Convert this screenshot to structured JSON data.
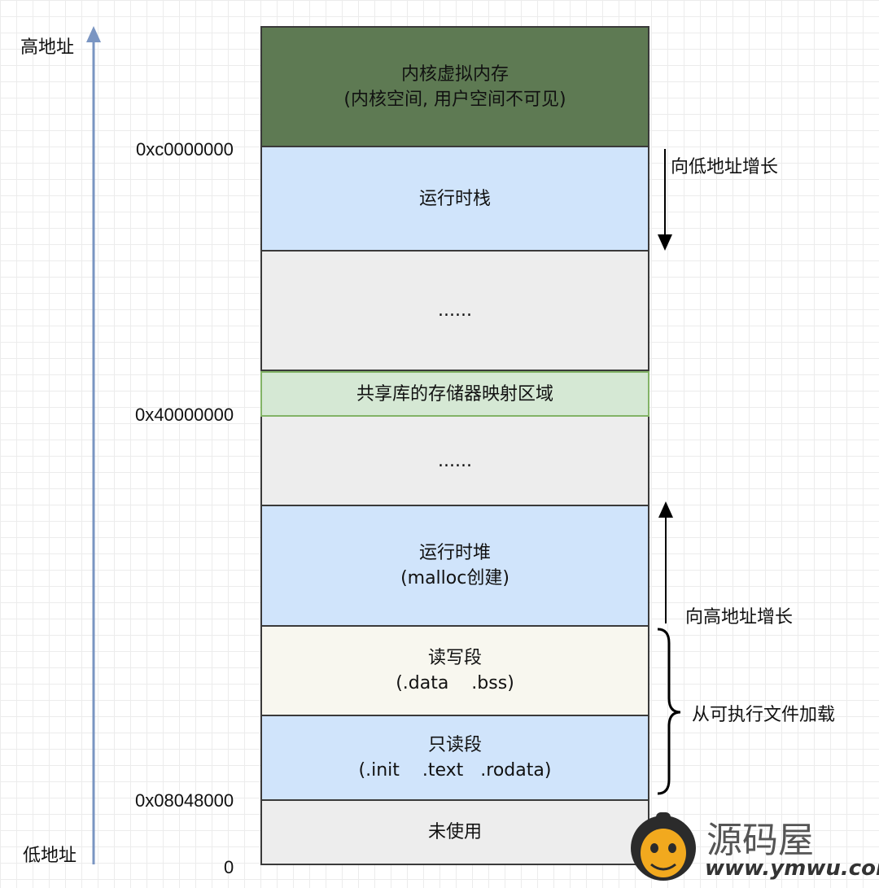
{
  "axis": {
    "high_label": "高地址",
    "low_label": "低地址"
  },
  "segments": [
    {
      "line1": "内核虚拟内存",
      "line2": "(内核空间, 用户空间不可见)",
      "color": "#5e7a53"
    },
    {
      "line1": "运行时栈",
      "line2": "",
      "color": "#d0e4fb"
    },
    {
      "line1": "......",
      "line2": "",
      "color": "#ededed"
    },
    {
      "line1": "共享库的存储器映射区域",
      "line2": "",
      "color": "#d5e8d4"
    },
    {
      "line1": "......",
      "line2": "",
      "color": "#ededed"
    },
    {
      "line1": "运行时堆",
      "line2": "(malloc创建)",
      "color": "#d0e4fb"
    },
    {
      "line1": "读写段",
      "line2": "(.data    .bss)",
      "color": "#f8f7ef"
    },
    {
      "line1": "只读段",
      "line2": "(.init    .text   .rodata)",
      "color": "#d0e4fb"
    },
    {
      "line1": "未使用",
      "line2": "",
      "color": "#ededed"
    }
  ],
  "addresses": [
    "0xc0000000",
    "0x40000000",
    "0x08048000",
    "0"
  ],
  "annotations": {
    "down": "向低地址增长",
    "up": "向高地址增长",
    "brace": "从可执行文件加载"
  },
  "watermark": {
    "name": "源码屋",
    "url": "www.ymwu.com"
  },
  "colors": {
    "axis_arrow": "#7a95c2",
    "shared_border": "#82b366"
  }
}
